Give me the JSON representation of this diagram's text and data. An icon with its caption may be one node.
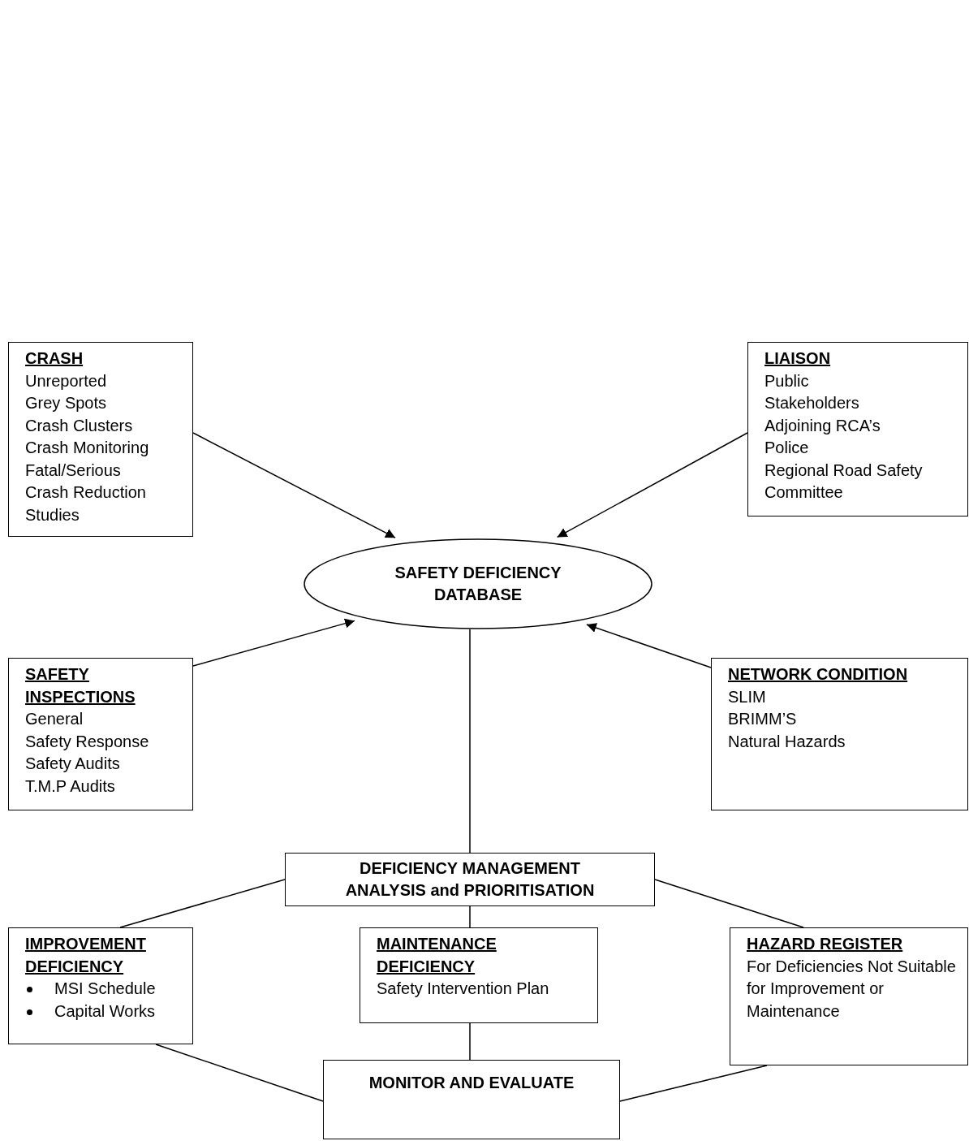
{
  "diagram": {
    "nodes": [
      {
        "text": [
          "CRASH",
          "Unreported",
          "Grey Spots",
          "Crash Clusters",
          "Crash Monitoring",
          "Fatal/Serious",
          "Crash Reduction Studies"
        ]
      },
      {
        "text": [
          "LIAISON",
          "Public",
          "Stakeholders",
          "Adjoining RCA’s",
          "Police",
          "Regional Road Safety Committee"
        ]
      },
      {
        "text": [
          "SAFETY DEFICIENCY DATABASE"
        ]
      },
      {
        "text": [
          "SAFETY INSPECTIONS",
          "General",
          "Safety Response",
          "Safety Audits",
          "T.M.P Audits"
        ]
      },
      {
        "text": [
          "NETWORK CONDITION",
          "SLIM",
          "BRIMM’S",
          "Natural Hazards"
        ]
      },
      {
        "text": [
          "DEFICIENCY MANAGEMENT ANALYSIS and PRIORITISATION"
        ]
      },
      {
        "text": [
          "IMPROVEMENT DEFICIENCY",
          "MSI Schedule",
          "Capital Works"
        ]
      },
      {
        "text": [
          "MAINTENANCE DEFICIENCY",
          "Safety Intervention Plan"
        ]
      },
      {
        "text": [
          "HAZARD REGISTER",
          "For Deficiencies Not Suitable for Improvement or Maintenance"
        ]
      },
      {
        "text": [
          "MONITOR AND EVALUATE"
        ]
      }
    ],
    "edges": [
      {
        "from": 0,
        "to": 2,
        "arrow": "to"
      },
      {
        "from": 1,
        "to": 2,
        "arrow": "to"
      },
      {
        "from": 3,
        "to": 2,
        "arrow": "to"
      },
      {
        "from": 4,
        "to": 2,
        "arrow": "to"
      },
      {
        "from": 2,
        "to": 5,
        "arrow": "none"
      },
      {
        "from": 5,
        "to": 6,
        "arrow": "none"
      },
      {
        "from": 5,
        "to": 7,
        "arrow": "none"
      },
      {
        "from": 5,
        "to": 8,
        "arrow": "none"
      },
      {
        "from": 6,
        "to": 9,
        "arrow": "none"
      },
      {
        "from": 7,
        "to": 9,
        "arrow": "none"
      },
      {
        "from": 8,
        "to": 9,
        "arrow": "none"
      }
    ]
  }
}
